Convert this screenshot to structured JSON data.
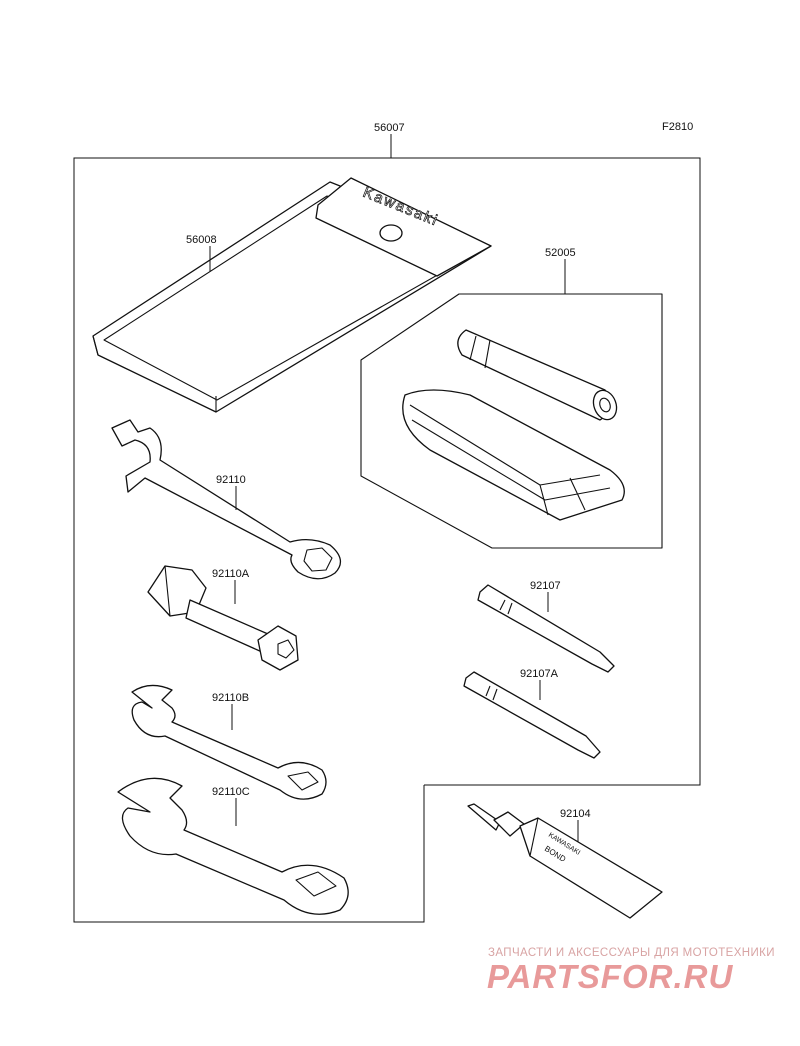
{
  "figure_code": "F2810",
  "parts": {
    "tool_kit": "56007",
    "case": "56008",
    "bag": "52005",
    "wrench": "92110",
    "box_wrench": "92110A",
    "wrench_b": "92110B",
    "wrench_c": "92110C",
    "screwdriver": "92107",
    "screwdriver_a": "92107A",
    "bond": "92104"
  },
  "case_brand": "Kawasaki",
  "bond_label_top": "KAWASAKI",
  "bond_label_bottom": "BOND",
  "watermark": {
    "tagline": "ЗАПЧАСТИ И АКСЕССУАРЫ ДЛЯ МОТОТЕХНИКИ",
    "logo": "PARTSFOR.RU"
  }
}
